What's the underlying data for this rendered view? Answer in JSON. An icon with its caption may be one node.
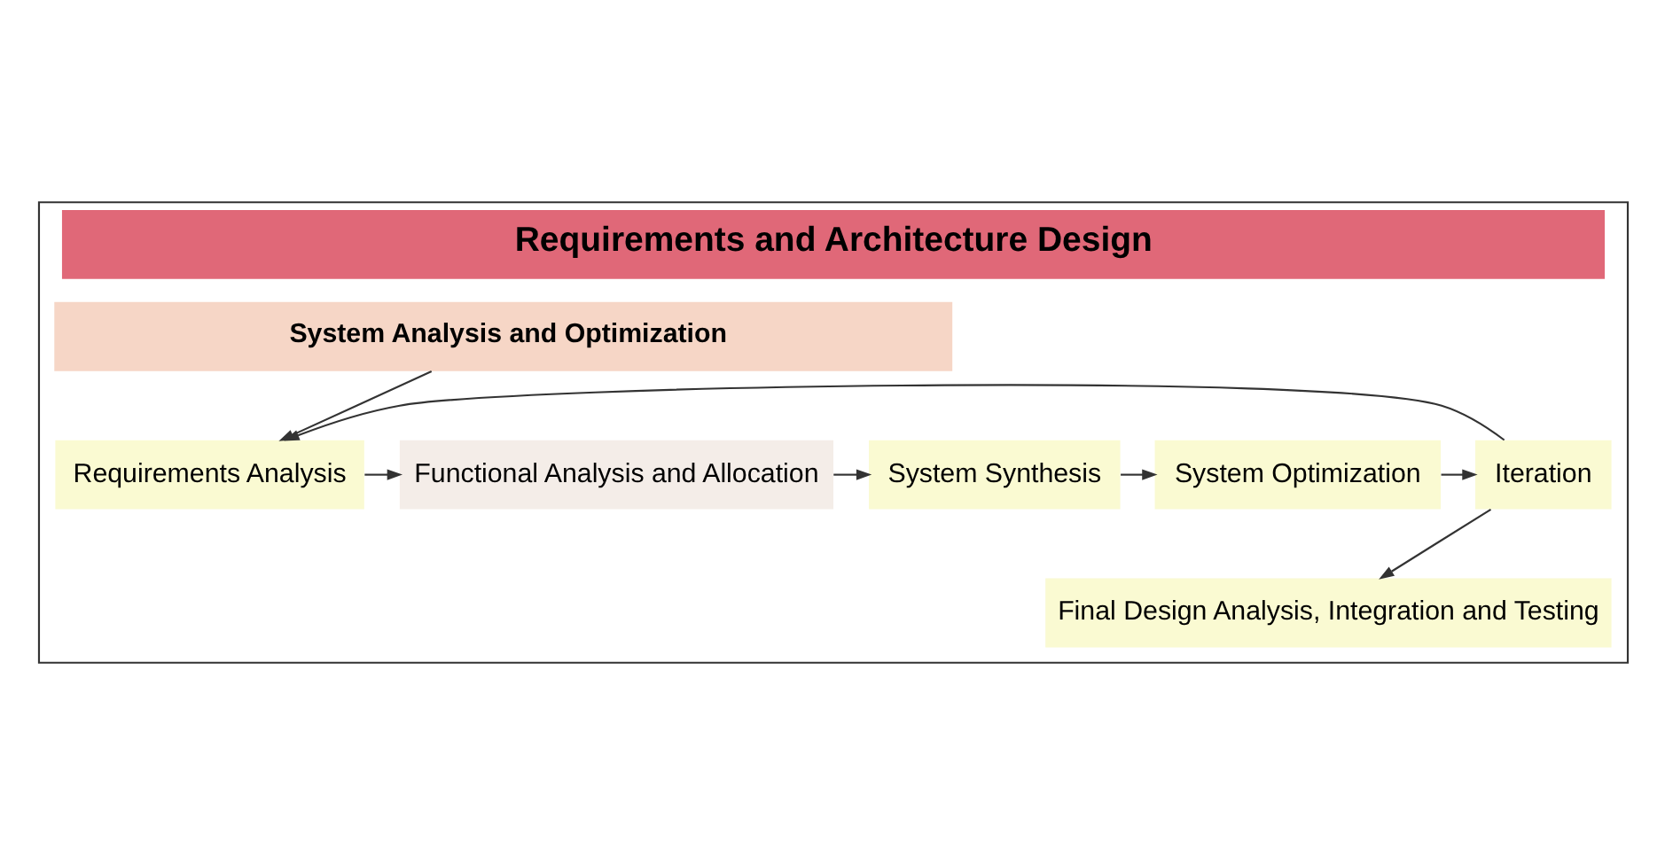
{
  "diagram": {
    "nodes": [
      {
        "text": [
          "Requirements and Architecture Design"
        ]
      },
      {
        "text": [
          "System Analysis and Optimization"
        ],
        "in": 0
      },
      {
        "text": [
          "Requirements Analysis"
        ],
        "in": 0
      },
      {
        "text": [
          "Functional Analysis and Allocation"
        ],
        "in": 0
      },
      {
        "text": [
          "System Synthesis"
        ],
        "in": 0
      },
      {
        "text": [
          "System Optimization"
        ],
        "in": 0
      },
      {
        "text": [
          "Iteration"
        ],
        "in": 0
      },
      {
        "text": [
          "Final Design Analysis, Integration and Testing"
        ],
        "in": 0
      }
    ],
    "edges": [
      {
        "from": 1,
        "to": 2,
        "arrow": "to"
      },
      {
        "from": 2,
        "to": 3,
        "arrow": "to"
      },
      {
        "from": 3,
        "to": 4,
        "arrow": "to"
      },
      {
        "from": 4,
        "to": 5,
        "arrow": "to"
      },
      {
        "from": 5,
        "to": 6,
        "arrow": "to"
      },
      {
        "from": 6,
        "to": 2,
        "arrow": "to"
      },
      {
        "from": 6,
        "to": 7,
        "arrow": "to"
      }
    ]
  }
}
